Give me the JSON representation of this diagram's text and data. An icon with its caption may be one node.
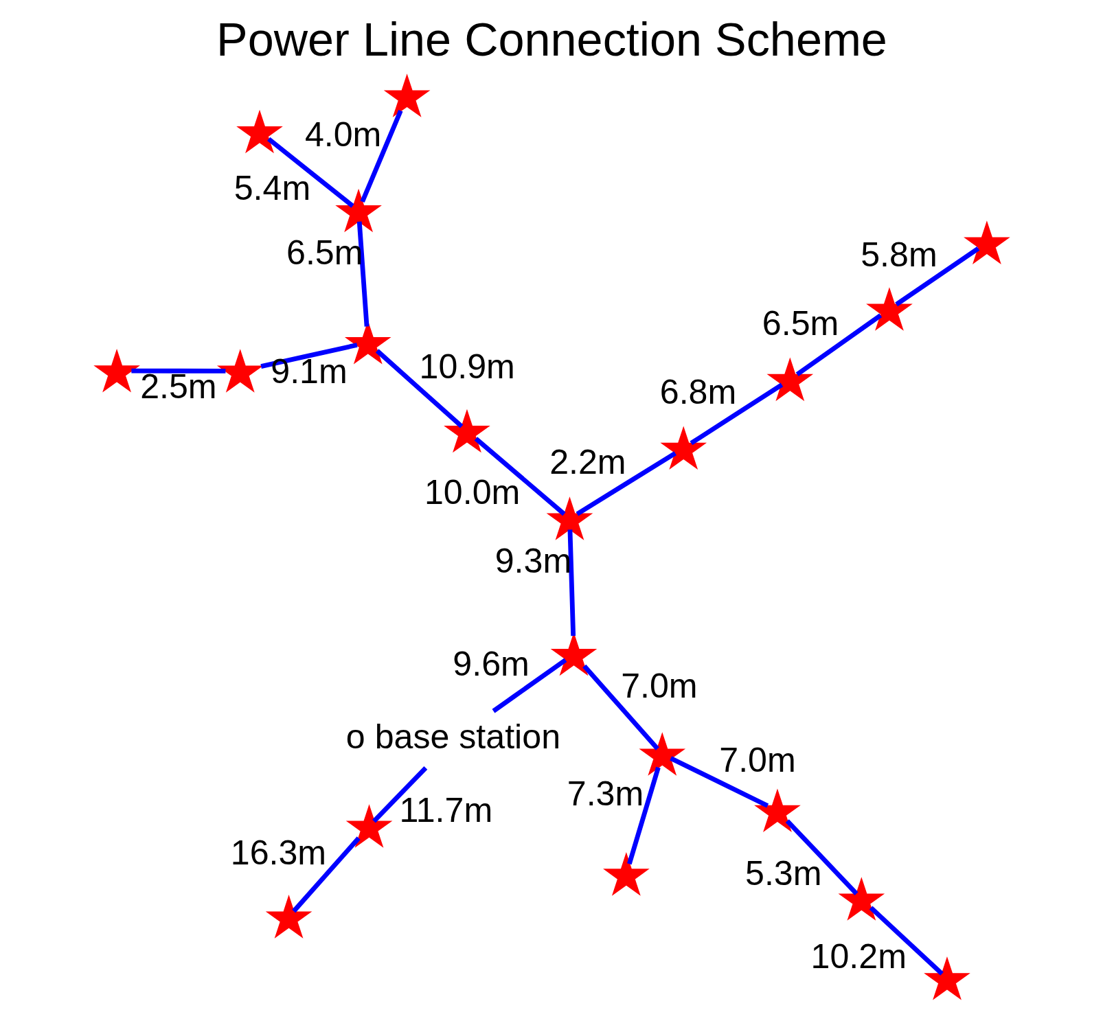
{
  "diagram": {
    "title": "Power Line Connection Scheme",
    "nodes": [
      {
        "text": [],
        "shape": "star"
      },
      {
        "text": [],
        "shape": "star"
      },
      {
        "text": [],
        "shape": "star"
      },
      {
        "text": [],
        "shape": "star"
      },
      {
        "text": [],
        "shape": "star"
      },
      {
        "text": [],
        "shape": "star"
      },
      {
        "text": [],
        "shape": "star"
      },
      {
        "text": [
          "o base station"
        ]
      },
      {
        "text": [],
        "shape": "star"
      },
      {
        "text": [],
        "shape": "star"
      },
      {
        "text": [],
        "shape": "star"
      },
      {
        "text": [],
        "shape": "star"
      },
      {
        "text": [],
        "shape": "star"
      },
      {
        "text": [],
        "shape": "star"
      },
      {
        "text": [],
        "shape": "star"
      },
      {
        "text": [],
        "shape": "star"
      },
      {
        "text": [],
        "shape": "star"
      },
      {
        "text": [],
        "shape": "star"
      },
      {
        "text": [],
        "shape": "star"
      },
      {
        "text": [],
        "shape": "star"
      },
      {
        "text": [],
        "shape": "star"
      }
    ],
    "edges": [
      {
        "from": 1,
        "to": 2,
        "arrow": "none",
        "label": "10.2m"
      },
      {
        "from": 2,
        "to": 4,
        "arrow": "none",
        "label": "5.3m"
      },
      {
        "from": 4,
        "to": 5,
        "arrow": "none",
        "label": "7.0m"
      },
      {
        "from": 5,
        "to": 9,
        "arrow": "none",
        "label": "7.3m"
      },
      {
        "from": 5,
        "to": 10,
        "arrow": "none",
        "label": "7.0m"
      },
      {
        "from": 10,
        "to": 7,
        "arrow": "none",
        "label": "9.6m"
      },
      {
        "from": 7,
        "to": 3,
        "arrow": "none",
        "label": "11.7m"
      },
      {
        "from": 3,
        "to": 0,
        "arrow": "none",
        "label": "16.3m"
      },
      {
        "from": 10,
        "to": 11,
        "arrow": "none",
        "label": "9.3m"
      },
      {
        "from": 11,
        "to": 13,
        "arrow": "none",
        "label": "2.2m"
      },
      {
        "from": 13,
        "to": 16,
        "arrow": "none",
        "label": "6.8m"
      },
      {
        "from": 16,
        "to": 18,
        "arrow": "none",
        "label": "6.5m"
      },
      {
        "from": 18,
        "to": 20,
        "arrow": "none",
        "label": "5.8m"
      },
      {
        "from": 11,
        "to": 17,
        "arrow": "none",
        "label": "10.0m"
      },
      {
        "from": 17,
        "to": 12,
        "arrow": "none",
        "label": "10.9m"
      },
      {
        "from": 12,
        "to": 8,
        "arrow": "none",
        "label": "9.1m"
      },
      {
        "from": 8,
        "to": 6,
        "arrow": "none",
        "label": "2.5m"
      },
      {
        "from": 12,
        "to": 15,
        "arrow": "none",
        "label": "6.5m"
      },
      {
        "from": 15,
        "to": 14,
        "arrow": "none",
        "label": "4.0m"
      },
      {
        "from": 15,
        "to": 19,
        "arrow": "none",
        "label": "5.4m"
      }
    ]
  }
}
